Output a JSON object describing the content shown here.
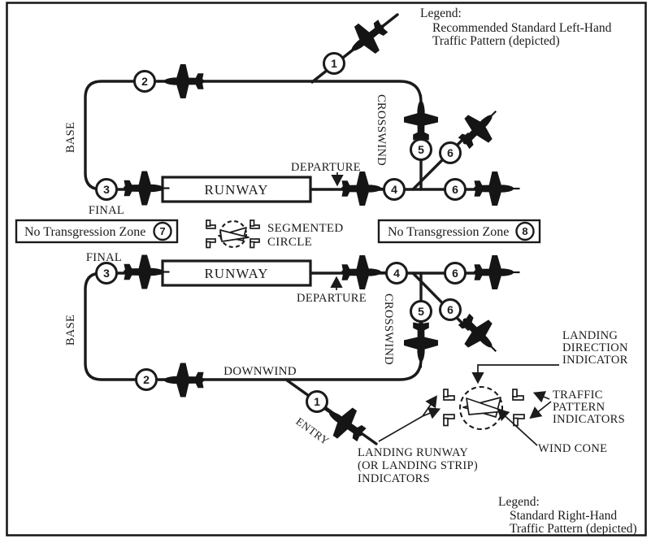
{
  "colors": {
    "ink": "#1b1b1b",
    "background": "#ffffff"
  },
  "legend_top": {
    "heading": "Legend:",
    "lines": [
      "Recommended Standard Left-Hand",
      "Traffic Pattern (depicted)"
    ]
  },
  "legend_bottom": {
    "heading": "Legend:",
    "lines": [
      "Standard Right-Hand",
      "Traffic Pattern (depicted)"
    ]
  },
  "top_pattern": {
    "runway_label": "RUNWAY",
    "departure_label": "DEPARTURE",
    "base_label": "BASE",
    "final_label": "FINAL",
    "crosswind_label": "CROSSWIND",
    "ntz": {
      "text": "No Transgression Zone",
      "number": "7"
    },
    "markers": [
      {
        "label": "1"
      },
      {
        "label": "2"
      },
      {
        "label": "3"
      },
      {
        "label": "4"
      },
      {
        "label": "5"
      },
      {
        "label": "6"
      },
      {
        "label": "6"
      }
    ]
  },
  "bottom_pattern": {
    "runway_label": "RUNWAY",
    "departure_label": "DEPARTURE",
    "base_label": "BASE",
    "final_label": "FINAL",
    "crosswind_label": "CROSSWIND",
    "downwind_label": "DOWNWIND",
    "entry_label": "ENTRY",
    "ntz": {
      "text": "No Transgression Zone",
      "number": "8"
    },
    "markers": [
      {
        "label": "1"
      },
      {
        "label": "2"
      },
      {
        "label": "3"
      },
      {
        "label": "4"
      },
      {
        "label": "5"
      },
      {
        "label": "6"
      },
      {
        "label": "6"
      }
    ]
  },
  "segmented_circle": {
    "lines": [
      "SEGMENTED",
      "CIRCLE"
    ]
  },
  "wind_station": {
    "landing_direction_indicator": [
      "LANDING",
      "DIRECTION",
      "INDICATOR"
    ],
    "traffic_pattern_indicators": [
      "TRAFFIC",
      "PATTERN",
      "INDICATORS"
    ],
    "wind_cone": "WIND CONE",
    "landing_runway_indicators": [
      "LANDING RUNWAY",
      "(OR LANDING STRIP)",
      "INDICATORS"
    ]
  }
}
